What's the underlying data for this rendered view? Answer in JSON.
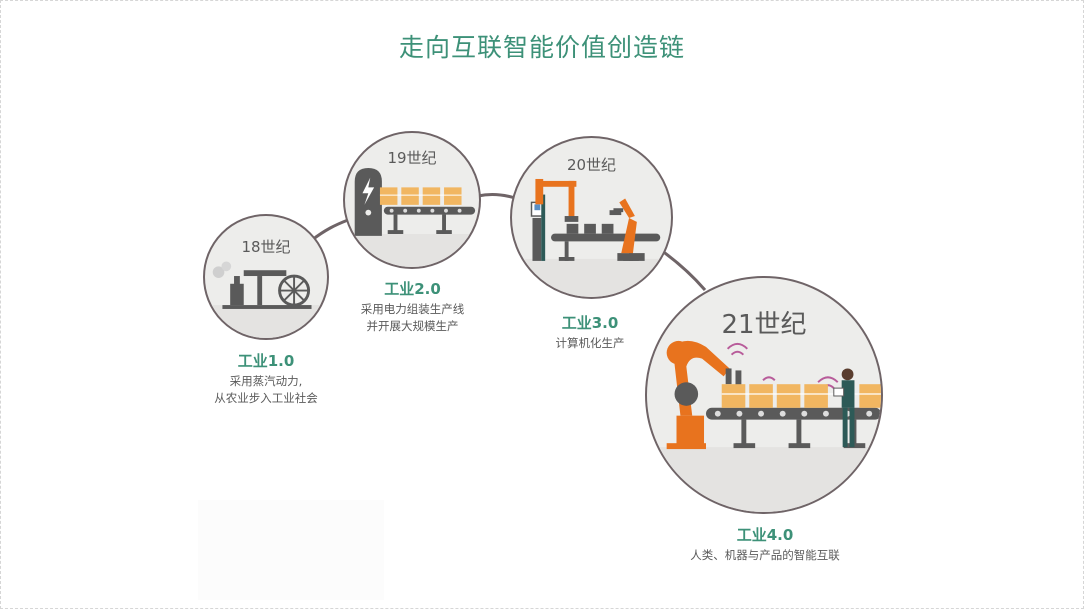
{
  "title": "走向互联智能价值创造链",
  "stages": [
    {
      "century": "18世纪",
      "era": "工业1.0",
      "desc_line1": "采用蒸汽动力,",
      "desc_line2": "从农业步入工业社会"
    },
    {
      "century": "19世纪",
      "era": "工业2.0",
      "desc_line1": "采用电力组装生产线",
      "desc_line2": "并开展大规模生产"
    },
    {
      "century": "20世纪",
      "era": "工业3.0",
      "desc_line1": "计算机化生产",
      "desc_line2": ""
    },
    {
      "century": "21世纪",
      "era": "工业4.0",
      "desc_line1": "人类、机器与产品的智能互联",
      "desc_line2": ""
    }
  ],
  "colors": {
    "accent": "#3d9178",
    "orange": "#e8731e",
    "box": "#f1b661",
    "ring": "#6f6467",
    "machine": "#5a5a5a"
  }
}
